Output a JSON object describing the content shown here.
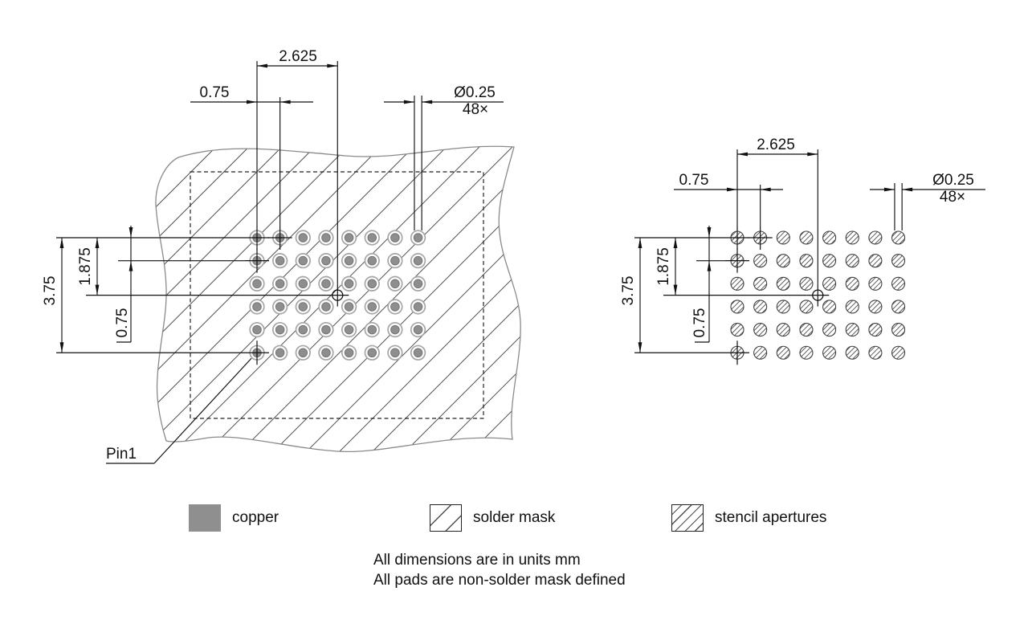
{
  "figures": {
    "grid": {
      "cols": 8,
      "rows": 6,
      "pad_count": 48,
      "pitch_mm": "0.75"
    },
    "left": {
      "name": "copper and solder mask view",
      "labels": {
        "span_h": "2.625",
        "pitch_h": "0.75",
        "dia": "Ø0.25",
        "count": "48×",
        "span_v": "3.75",
        "half_v": "1.875",
        "pitch_v": "0.75",
        "pin1": "Pin1"
      }
    },
    "right": {
      "name": "stencil apertures view",
      "labels": {
        "span_h": "2.625",
        "pitch_h": "0.75",
        "dia": "Ø0.25",
        "count": "48×",
        "span_v": "3.75",
        "half_v": "1.875",
        "pitch_v": "0.75"
      }
    }
  },
  "legend": {
    "items": [
      {
        "label": "copper"
      },
      {
        "label": "solder mask"
      },
      {
        "label": "stencil apertures"
      }
    ]
  },
  "notes": {
    "line1": "All dimensions are in units mm",
    "line2": "All pads are non-solder mask defined"
  },
  "colors": {
    "copper": "#8e8e8e",
    "copper_edge": "#707070",
    "pad_ring": "#a6a6a6",
    "hatch": "#4d4d4d",
    "line": "#111111",
    "blob_outline": "#8a8a8a",
    "aperture_outline": "#3f3f3f"
  }
}
